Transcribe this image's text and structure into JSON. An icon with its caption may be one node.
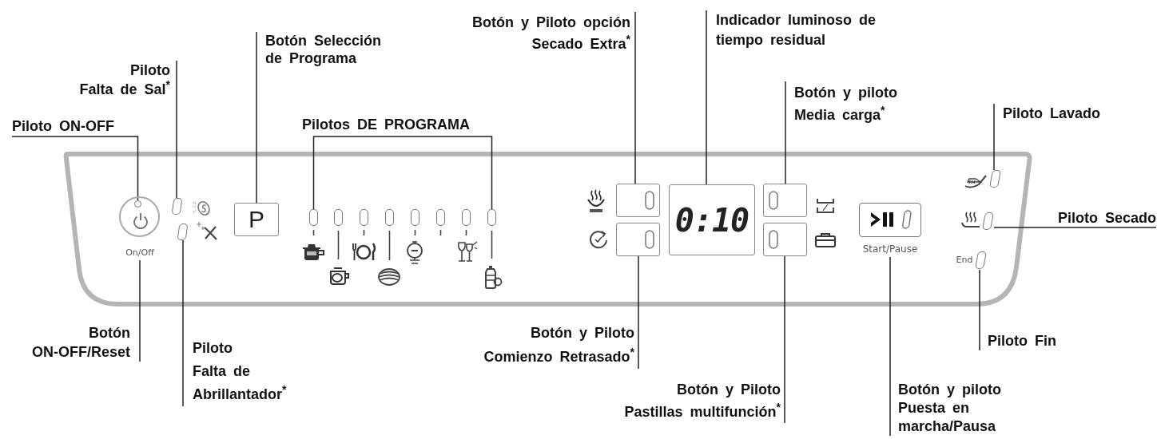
{
  "diagram": {
    "nodes": [
      {
        "text": [
          "Piloto ON-OFF"
        ]
      },
      {
        "text": [
          "Piloto Falta de Sal$^{*}$"
        ]
      },
      {
        "text": [
          "Botón Selección de Programa"
        ]
      },
      {
        "text": [
          "Pilotos DE PROGRAMA"
        ]
      },
      {
        "text": [
          "Botón y Piloto opción Secado Extra$^{*}$"
        ]
      },
      {
        "text": [
          "Indicador luminoso de tiempo residual"
        ]
      },
      {
        "text": [
          "Botón y piloto Media carga$^{*}$"
        ]
      },
      {
        "text": [
          "Piloto Lavado"
        ]
      },
      {
        "text": [
          "Piloto Secado"
        ]
      },
      {
        "text": [
          "Botón ON-OFF/Reset"
        ]
      },
      {
        "text": [
          "Piloto Falta de Abrillantador$^{*}$"
        ]
      },
      {
        "text": [
          "Botón y Piloto Comienzo Retrasado$^{*}$"
        ]
      },
      {
        "text": [
          "Botón y Piloto Pastillas multifunción$^{*}$"
        ]
      },
      {
        "text": [
          "Botón y piloto Puesta en marcha/Pausa"
        ]
      },
      {
        "text": [
          "Piloto Fin"
        ]
      },
      {
        "text": [],
        "shape": "circle",
        "beside": [
          "On/Off"
        ]
      },
      {
        "text": [],
        "shape": "circle",
        "in": 15
      },
      {
        "text": [],
        "shape": "box"
      },
      {
        "text": [],
        "shape": "box"
      },
      {
        "text": [
          "P"
        ]
      },
      {
        "text": [],
        "shape": "box"
      },
      {
        "text": [],
        "shape": "box"
      },
      {
        "text": [],
        "shape": "box"
      },
      {
        "text": [],
        "shape": "box"
      },
      {
        "text": [],
        "shape": "box"
      },
      {
        "text": [],
        "shape": "box"
      },
      {
        "text": [],
        "shape": "box"
      },
      {
        "text": [],
        "shape": "box"
      },
      {
        "text": [],
        "shape": "box"
      },
      {
        "text": [],
        "shape": "box"
      },
      {
        "text": [
          "0:10"
        ]
      },
      {
        "text": [],
        "shape": "box"
      },
      {
        "text": [],
        "shape": "box"
      },
      {
        "text": [],
        "shape": "box",
        "beside": [
          "Start/Pause"
        ]
      },
      {
        "text": [],
        "shape": "box"
      },
      {
        "text": [],
        "shape": "box"
      },
      {
        "text": [],
        "shape": "box",
        "beside": [
          "End"
        ]
      }
    ],
    "edges": [
      {
        "from": 0,
        "to": 16,
        "arrow": "none"
      },
      {
        "from": 1,
        "to": 17,
        "arrow": "none"
      },
      {
        "from": 2,
        "to": 19,
        "arrow": "none"
      },
      {
        "from": 3,
        "to": 20,
        "arrow": "none"
      },
      {
        "from": 3,
        "to": 27,
        "arrow": "none"
      },
      {
        "from": 4,
        "to": 28,
        "arrow": "none"
      },
      {
        "from": 5,
        "to": 30,
        "arrow": "none"
      },
      {
        "from": 6,
        "to": 31,
        "arrow": "none"
      },
      {
        "from": 7,
        "to": 34,
        "arrow": "none"
      },
      {
        "from": 8,
        "to": 35,
        "arrow": "none"
      },
      {
        "from": 9,
        "to": 15,
        "arrow": "none"
      },
      {
        "from": 10,
        "to": 18,
        "arrow": "none"
      },
      {
        "from": 11,
        "to": 29,
        "arrow": "none"
      },
      {
        "from": 12,
        "to": 32,
        "arrow": "none"
      },
      {
        "from": 13,
        "to": 33,
        "arrow": "none"
      },
      {
        "from": 14,
        "to": 36,
        "arrow": "none"
      }
    ]
  }
}
